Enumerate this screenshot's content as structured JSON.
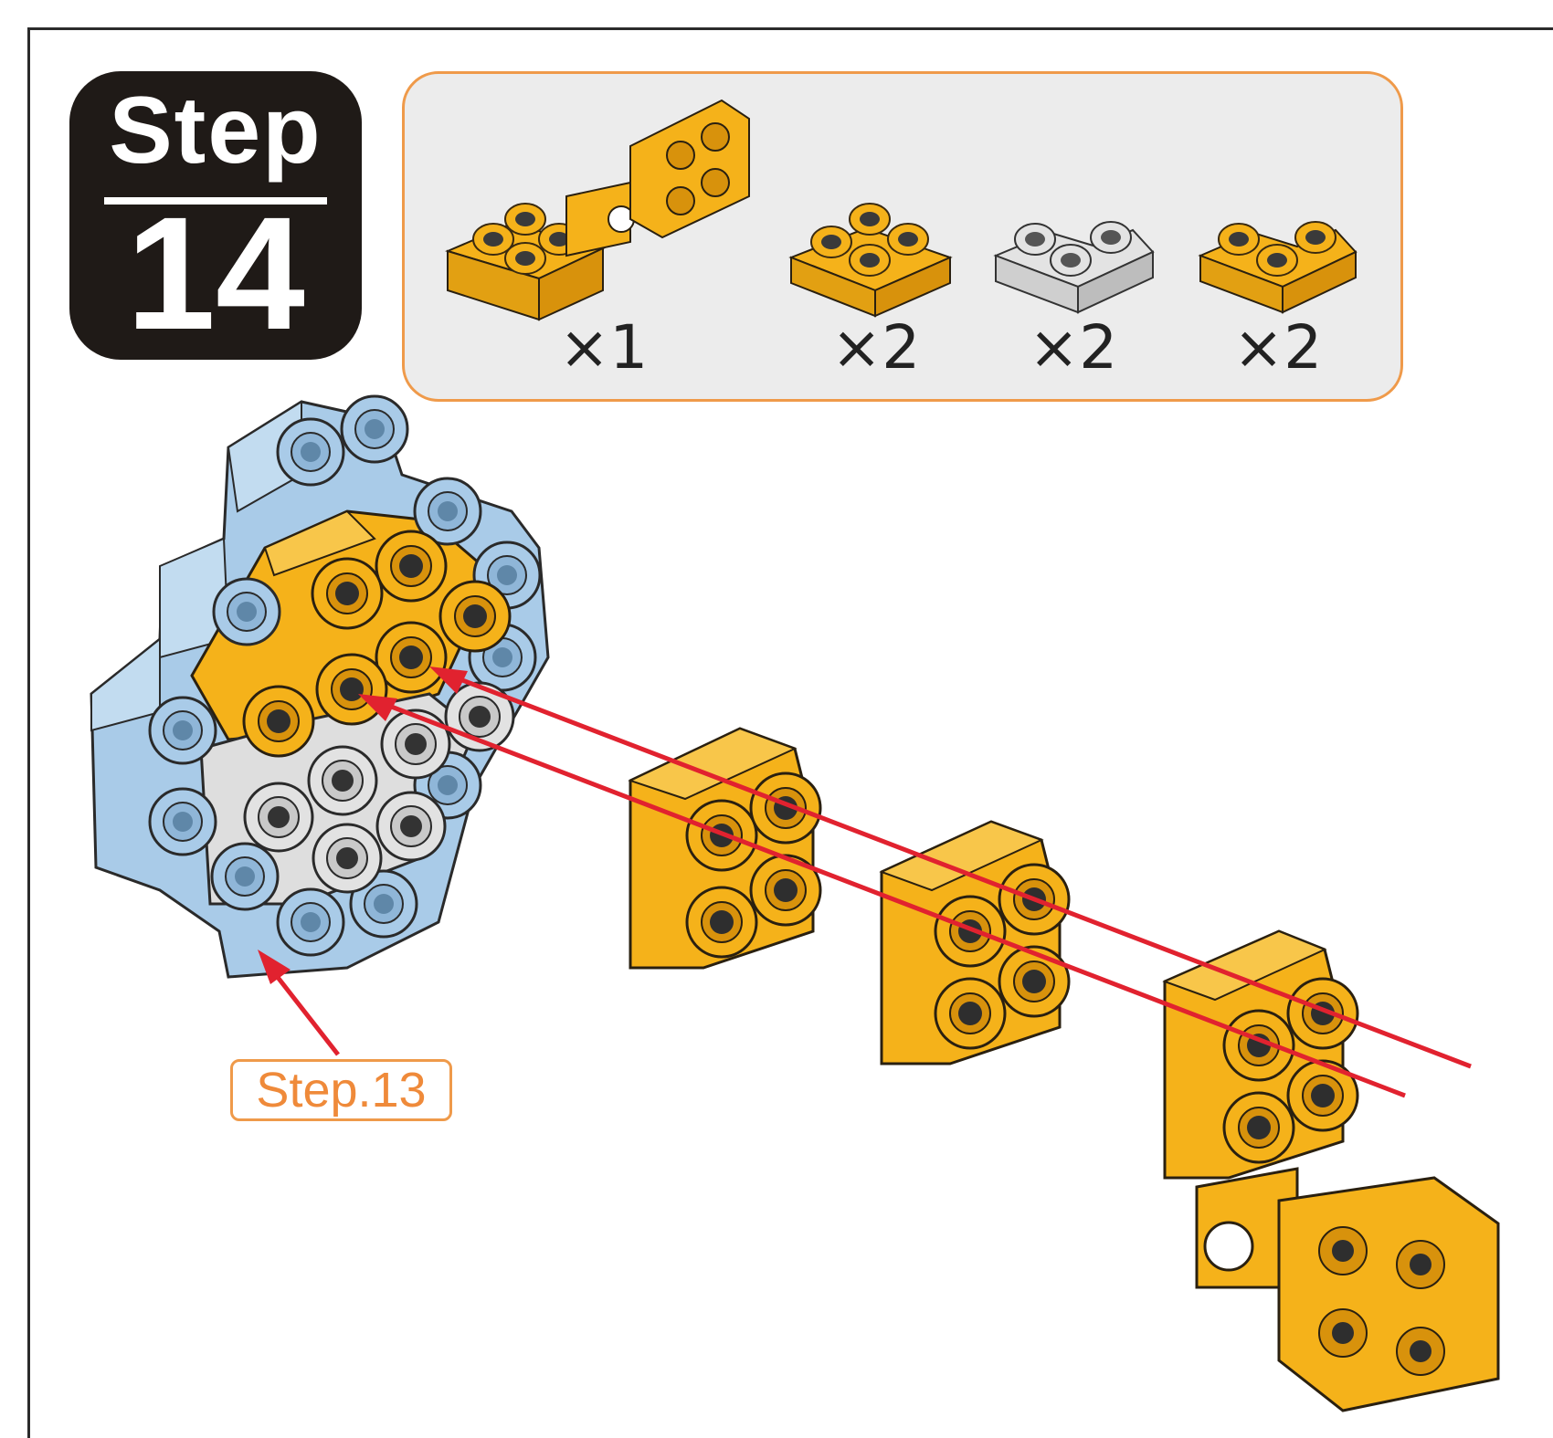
{
  "step": {
    "word": "Step",
    "number": "14"
  },
  "parts": [
    {
      "name": "orange-hinge-plate",
      "quantity": "×1"
    },
    {
      "name": "orange-2x2-plate",
      "quantity": "×2"
    },
    {
      "name": "white-corner-plate",
      "quantity": "×2"
    },
    {
      "name": "orange-corner-plate",
      "quantity": "×2"
    }
  ],
  "reference_label": "Step.13",
  "colors": {
    "orange": "#f5b21a",
    "orange_dark": "#d8920c",
    "blue": "#a9cbe8",
    "white_part": "#dedede",
    "arrow": "#e1222f",
    "accent_border": "#ef9a4a",
    "badge": "#1f1a17"
  }
}
